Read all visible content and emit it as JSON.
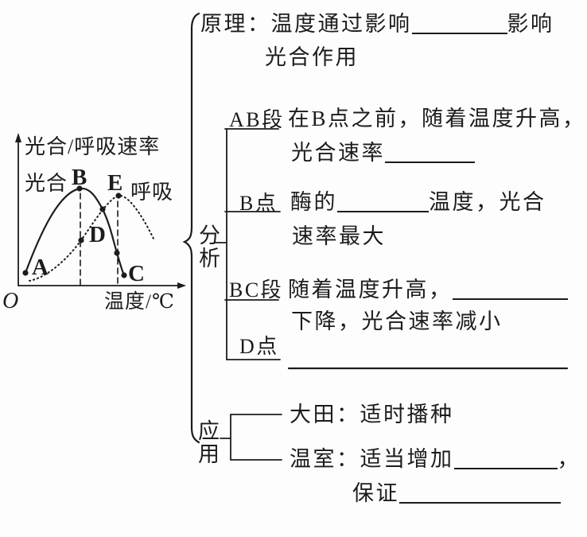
{
  "colors": {
    "ink": "#1c1c1c",
    "paper": "#fdfdfd"
  },
  "graph": {
    "y_axis_label": "光合/呼吸速率",
    "x_axis_label": "温度/℃",
    "origin_label": "O",
    "photosynthesis_label": "光合",
    "respiration_label": "呼吸",
    "point_a": "A",
    "point_b": "B",
    "point_c": "C",
    "point_d": "D",
    "point_e": "E"
  },
  "outline": {
    "principle_label": "原理：",
    "principle_before_blank": "温度通过影响",
    "principle_after_blank": "影响",
    "principle_line2": "光合作用",
    "analysis_label": "分析",
    "ab_label": "AB段",
    "ab_line1": "在B点之前，随着温度升高，",
    "ab_line2": "光合速率",
    "b_label": "B点",
    "b_line1_before_blank": "酶的",
    "b_line1_after_blank": "温度，光合",
    "b_line2": "速率最大",
    "bc_label": "BC段",
    "bc_line1": "随着温度升高，",
    "bc_line2": "下降，光合速率减小",
    "d_label": "D点",
    "application_label": "应用",
    "field_label": "大田：",
    "field_text": "适时播种",
    "greenhouse_label": "温室：",
    "greenhouse_before_blank": "适当增加",
    "greenhouse_after_blank": "，",
    "guarantee_label": "保证"
  },
  "chart_data": {
    "type": "line",
    "title": "",
    "xlabel": "温度/℃",
    "ylabel": "光合/呼吸速率",
    "axis_numeric": false,
    "grid": false,
    "series": [
      {
        "name": "光合",
        "line_style": "solid",
        "labeled_points": [
          "A",
          "B",
          "C"
        ],
        "shape": "rises from low point A to a rounded peak at B (optimum), then falls steeply through the respiration-curve crossing down to C"
      },
      {
        "name": "呼吸",
        "line_style": "dotted",
        "labeled_points": [
          "D",
          "E"
        ],
        "shape": "rises slowly from near the origin through D (directly below B), crosses the solid curve, peaks at E (warmer than B), then declines"
      }
    ],
    "annotations": [
      "dashed vertical guide line from B (and D) to the temperature axis",
      "dashed vertical guide line from E to the temperature axis",
      "unlabeled marked points where the dashed E-line meets the solid curve and where the two curves cross",
      "origin labeled O"
    ]
  }
}
